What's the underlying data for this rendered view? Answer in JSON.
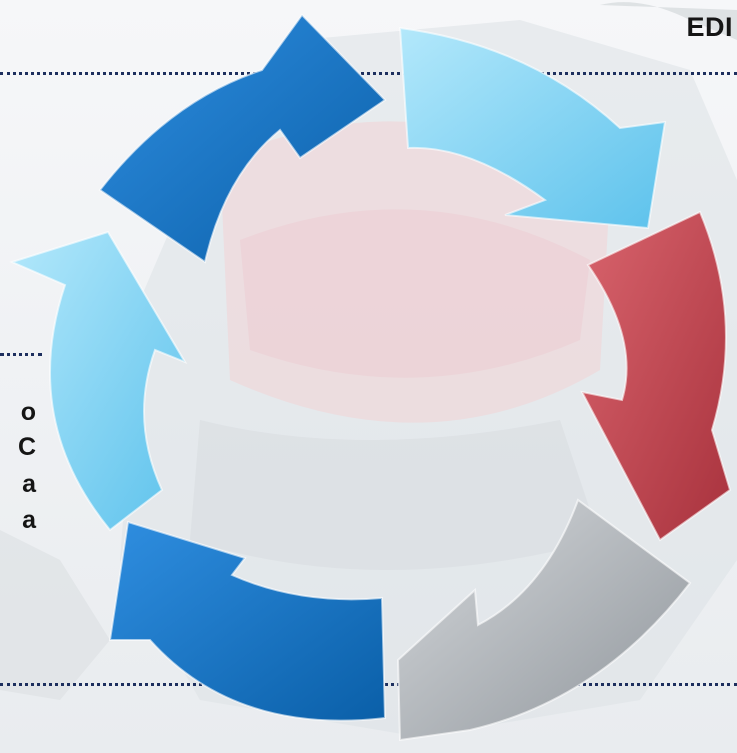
{
  "header": {
    "title": "EDI"
  },
  "left_text_fragments": [
    "o",
    "C",
    "a",
    "a"
  ],
  "cycle_diagram": {
    "arrows": [
      {
        "position": "top",
        "color": "#0f6fbe",
        "name": "top-arrow"
      },
      {
        "position": "upper-right",
        "color": "#7fd4f5",
        "name": "upper-right-arrow"
      },
      {
        "position": "right",
        "color": "#c24650",
        "name": "right-arrow"
      },
      {
        "position": "lower-right",
        "color": "#a9aeb3",
        "name": "lower-right-arrow"
      },
      {
        "position": "bottom-left",
        "color": "#1574c8",
        "name": "bottom-left-arrow"
      },
      {
        "position": "left",
        "color": "#8cd3f2",
        "name": "left-arrow"
      }
    ]
  },
  "colors": {
    "dark_blue": "#0f6fbe",
    "light_blue": "#7fd4f5",
    "red": "#c24650",
    "gray": "#a9aeb3",
    "dotted_line": "#1d2f5e"
  }
}
